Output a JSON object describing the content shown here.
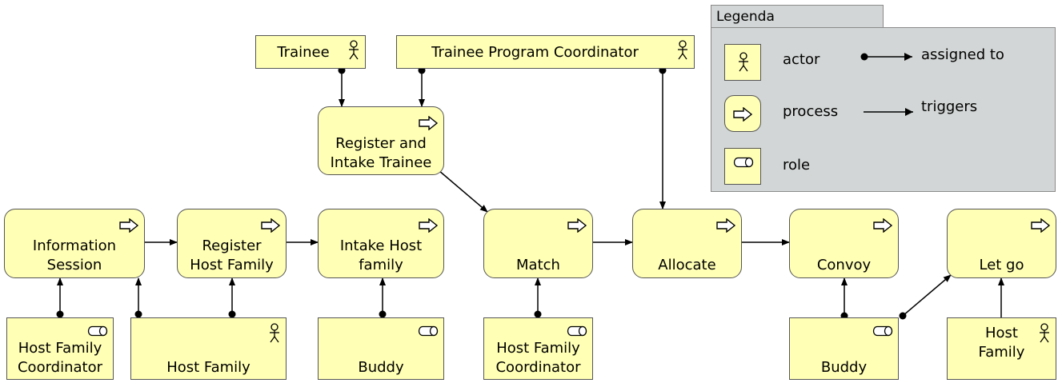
{
  "nodes": {
    "trainee": {
      "label": "Trainee",
      "type": "actor",
      "icon": "actor-icon"
    },
    "trainee_program_coordinator": {
      "label": "Trainee Program Coordinator",
      "type": "actor",
      "icon": "actor-icon"
    },
    "register_intake_trainee": {
      "label": "Register and\nIntake Trainee",
      "type": "process",
      "icon": "process-arrow-icon"
    },
    "information_session": {
      "label": "Information\nSession",
      "type": "process",
      "icon": "process-arrow-icon"
    },
    "register_host_family": {
      "label": "Register\nHost Family",
      "type": "process",
      "icon": "process-arrow-icon"
    },
    "intake_host_family": {
      "label": "Intake Host\nfamily",
      "type": "process",
      "icon": "process-arrow-icon"
    },
    "match": {
      "label": "Match",
      "type": "process",
      "icon": "process-arrow-icon"
    },
    "allocate": {
      "label": "Allocate",
      "type": "process",
      "icon": "process-arrow-icon"
    },
    "convoy": {
      "label": "Convoy",
      "type": "process",
      "icon": "process-arrow-icon"
    },
    "let_go": {
      "label": "Let go",
      "type": "process",
      "icon": "process-arrow-icon"
    },
    "host_family_coordinator_1": {
      "label": "Host Family\nCoordinator",
      "type": "role",
      "icon": "role-icon"
    },
    "host_family_actor": {
      "label": "Host Family",
      "type": "actor",
      "icon": "actor-icon"
    },
    "buddy_1": {
      "label": "Buddy",
      "type": "role",
      "icon": "role-icon"
    },
    "host_family_coordinator_2": {
      "label": "Host Family\nCoordinator",
      "type": "role",
      "icon": "role-icon"
    },
    "buddy_2": {
      "label": "Buddy",
      "type": "role",
      "icon": "role-icon"
    },
    "host_family_actor_2": {
      "label": "Host\nFamily",
      "type": "actor",
      "icon": "actor-icon"
    }
  },
  "edges": [
    {
      "from": "trainee",
      "to": "register_intake_trainee",
      "kind": "assigned to"
    },
    {
      "from": "trainee_program_coordinator",
      "to": "register_intake_trainee",
      "kind": "assigned to"
    },
    {
      "from": "trainee_program_coordinator",
      "to": "allocate",
      "kind": "assigned to"
    },
    {
      "from": "register_intake_trainee",
      "to": "match",
      "kind": "triggers"
    },
    {
      "from": "information_session",
      "to": "register_host_family",
      "kind": "triggers"
    },
    {
      "from": "register_host_family",
      "to": "intake_host_family",
      "kind": "triggers"
    },
    {
      "from": "match",
      "to": "allocate",
      "kind": "triggers"
    },
    {
      "from": "allocate",
      "to": "convoy",
      "kind": "triggers"
    },
    {
      "from": "host_family_coordinator_1",
      "to": "information_session",
      "kind": "assigned to"
    },
    {
      "from": "host_family_actor",
      "to": "information_session",
      "kind": "assigned to"
    },
    {
      "from": "host_family_actor",
      "to": "register_host_family",
      "kind": "assigned to"
    },
    {
      "from": "buddy_1",
      "to": "intake_host_family",
      "kind": "assigned to"
    },
    {
      "from": "host_family_coordinator_2",
      "to": "match",
      "kind": "assigned to"
    },
    {
      "from": "buddy_2",
      "to": "convoy",
      "kind": "assigned to"
    },
    {
      "from": "buddy_2",
      "to": "let_go",
      "kind": "assigned to"
    },
    {
      "from": "host_family_actor_2",
      "to": "let_go",
      "kind": "triggers"
    }
  ],
  "legend": {
    "title": "Legenda",
    "items": [
      {
        "label": "actor",
        "icon": "actor-icon"
      },
      {
        "label": "process",
        "icon": "process-arrow-icon"
      },
      {
        "label": "role",
        "icon": "role-icon"
      }
    ],
    "relations": [
      {
        "label": "assigned to"
      },
      {
        "label": "triggers"
      }
    ]
  },
  "colors": {
    "node_fill": "#ffffb5",
    "node_border": "#555555",
    "legend_fill": "#d3d6d6"
  }
}
